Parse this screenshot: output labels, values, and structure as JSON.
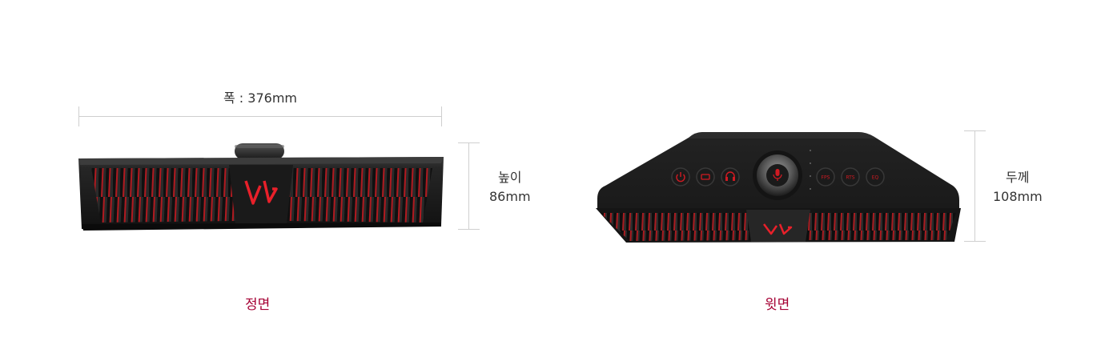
{
  "front": {
    "width_label": "폭 : 376mm",
    "height_label_line1": "높이",
    "height_label_line2": "86mm",
    "caption": "정면",
    "logo_color": "#e8202a"
  },
  "top": {
    "depth_label_line1": "두께",
    "depth_label_line2": "108mm",
    "caption": "윗면",
    "buttons": [
      "FPS",
      "RTS",
      "EQ"
    ]
  },
  "colors": {
    "accent": "#a50034",
    "text": "#333333",
    "dimension_line": "#cfcfcf",
    "body_dark": "#1f1f1f",
    "grille_red": "#c8161d"
  }
}
